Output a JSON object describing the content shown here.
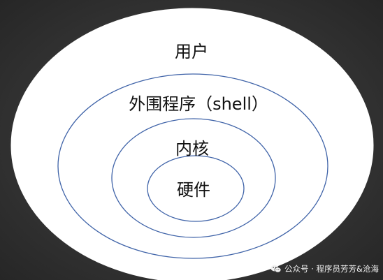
{
  "diagram": {
    "layers": [
      {
        "id": "user",
        "label": "用户"
      },
      {
        "id": "shell",
        "label": "外围程序（shell）"
      },
      {
        "id": "kernel",
        "label": "内核"
      },
      {
        "id": "hardware",
        "label": "硬件"
      }
    ],
    "colors": {
      "background": "#333333",
      "fill": "#ffffff",
      "stroke": "#3f63a8",
      "text": "#111111"
    }
  },
  "watermark": {
    "text": "公众号 · 程序员芳芳&沧海",
    "icon": "wechat-icon"
  }
}
